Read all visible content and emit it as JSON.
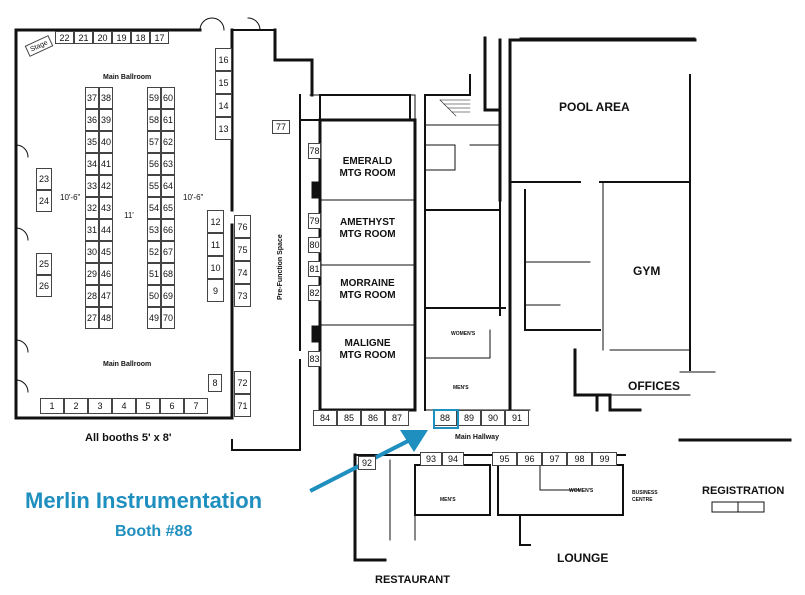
{
  "labels": {
    "stage": "Stage",
    "main_ballroom_top": "Main Ballroom",
    "main_ballroom_bottom": "Main Ballroom",
    "aisle_left": "10'-6\"",
    "aisle_center": "11'",
    "aisle_right": "10'-6\"",
    "all_booths": "All booths 5' x 8'",
    "pre_function": "Pre-Function Space",
    "main_hallway": "Main Hallway",
    "pool_area": "POOL AREA",
    "gym": "GYM",
    "offices": "OFFICES",
    "registration": "REGISTRATION",
    "lounge": "LOUNGE",
    "restaurant": "RESTAURANT",
    "business_centre": "BUSINESS CENTRE",
    "womens_1": "WOMEN'S",
    "mens_1": "MEN'S",
    "mens_2": "MEN'S",
    "womens_2": "WOMEN'S"
  },
  "rooms": {
    "emerald": "EMERALD\nMTG ROOM",
    "amethyst": "AMETHYST\nMTG ROOM",
    "morraine": "MORRAINE\nMTG ROOM",
    "maligne": "MALIGNE\nMTG ROOM"
  },
  "callout": {
    "company": "Merlin Instrumentation",
    "booth": "Booth #88",
    "booth_number": "88",
    "color": "#1f8fbf"
  },
  "booths": {
    "top_row": [
      "22",
      "21",
      "20",
      "19",
      "18",
      "17"
    ],
    "right_wall": [
      "16",
      "15",
      "14",
      "13"
    ],
    "left_col_a": [
      "37",
      "36",
      "35",
      "34",
      "33",
      "32",
      "31",
      "30",
      "29",
      "28",
      "27"
    ],
    "left_col_b": [
      "38",
      "39",
      "40",
      "41",
      "42",
      "43",
      "44",
      "45",
      "46",
      "47",
      "48"
    ],
    "right_col_a": [
      "59",
      "58",
      "57",
      "56",
      "55",
      "54",
      "53",
      "52",
      "51",
      "50",
      "49"
    ],
    "right_col_b": [
      "60",
      "61",
      "62",
      "63",
      "64",
      "65",
      "66",
      "67",
      "68",
      "69",
      "70"
    ],
    "inner_right": [
      "12",
      "11",
      "10",
      "9"
    ],
    "left_wall_upper": [
      "23",
      "24"
    ],
    "left_wall_lower": [
      "25",
      "26"
    ],
    "bottom_row": [
      "1",
      "2",
      "3",
      "4",
      "5",
      "6",
      "7"
    ],
    "bottom_right": "8",
    "corridor_left": [
      "76",
      "75",
      "74",
      "73"
    ],
    "corridor_low": [
      "72",
      "71"
    ],
    "booth_77": "77",
    "prefunction_col": [
      "78",
      "79",
      "80",
      "81",
      "82",
      "83"
    ],
    "hall_row_a": [
      "84",
      "85",
      "86",
      "87"
    ],
    "hall_row_b": [
      "88",
      "89",
      "90",
      "91"
    ],
    "booth_92": "92",
    "lounge_a": [
      "93",
      "94"
    ],
    "lounge_b": [
      "95",
      "96",
      "97",
      "98",
      "99"
    ]
  }
}
